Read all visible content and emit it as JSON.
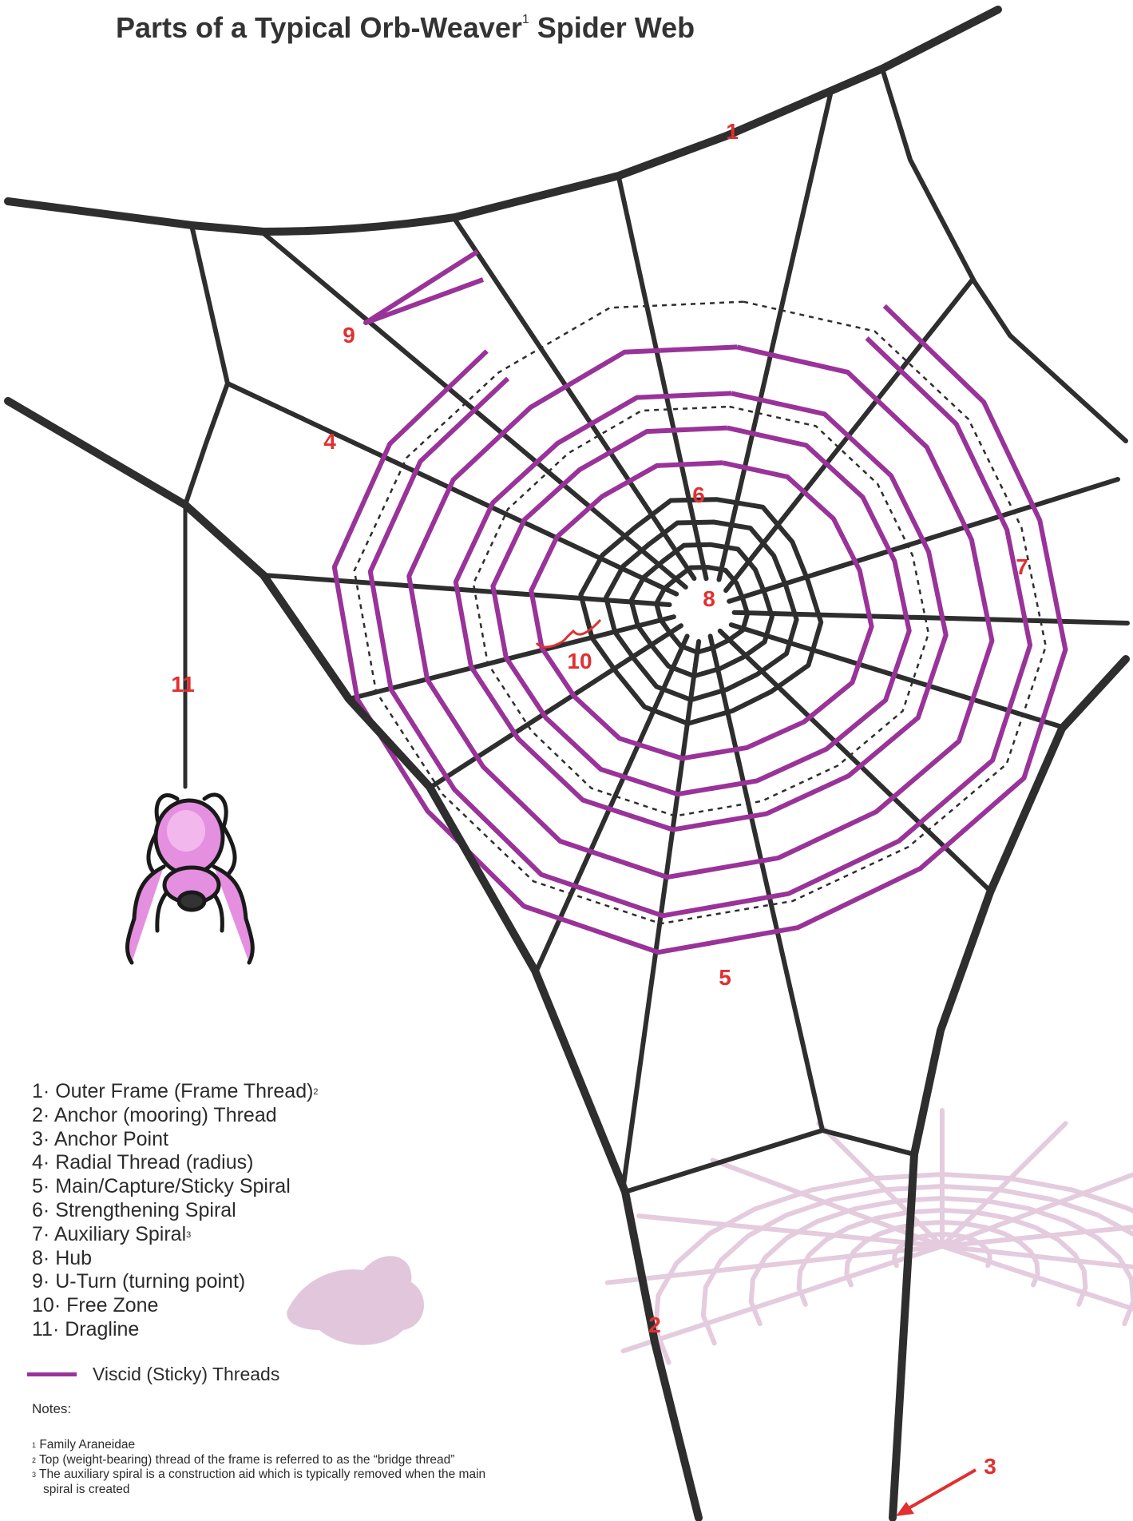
{
  "title": {
    "text": "Parts of a Typical Orb-Weaver",
    "sup": "1",
    "rest": "Spider Web"
  },
  "diagram_labels": {
    "l1": "1",
    "l2": "2",
    "l3": "3",
    "l4": "4",
    "l5": "5",
    "l6": "6",
    "l7": "7",
    "l8": "8",
    "l9": "9",
    "l10": "10",
    "l11": "11"
  },
  "legend": {
    "items": [
      {
        "num": "1",
        "text": "Outer Frame (Frame Thread)",
        "sup": "2"
      },
      {
        "num": "2",
        "text": "Anchor (mooring) Thread",
        "sup": ""
      },
      {
        "num": "3",
        "text": "Anchor Point",
        "sup": ""
      },
      {
        "num": "4",
        "text": "Radial Thread (radius)",
        "sup": ""
      },
      {
        "num": "5",
        "text": "Main/Capture/Sticky Spiral",
        "sup": ""
      },
      {
        "num": "6",
        "text": "Strengthening Spiral",
        "sup": ""
      },
      {
        "num": "7",
        "text": "Auxiliary Spiral",
        "sup": "3"
      },
      {
        "num": "8",
        "text": "Hub",
        "sup": ""
      },
      {
        "num": "9",
        "text": "U-Turn (turning point)",
        "sup": ""
      },
      {
        "num": "10",
        "text": "Free Zone",
        "sup": ""
      },
      {
        "num": "11",
        "text": "Dragline",
        "sup": ""
      }
    ],
    "viscid_label": "Viscid (Sticky) Threads"
  },
  "notes": {
    "heading": "Notes:",
    "footnotes": [
      {
        "sup": "1",
        "lines": [
          "Family Araneidae"
        ]
      },
      {
        "sup": "2",
        "lines": [
          "Top (weight-bearing) thread of the frame is referred to as the “bridge thread”"
        ]
      },
      {
        "sup": "3",
        "lines": [
          "The auxiliary spiral is a construction aid which is typically removed when the main",
          "spiral is created"
        ]
      }
    ]
  },
  "colors": {
    "thread": "#2e2e2e",
    "viscid": "#993399",
    "label": "#e03030",
    "spider_body": "#e58fe0",
    "spider_outline": "#1a1a1a",
    "shadow": "#cfa2c4"
  }
}
